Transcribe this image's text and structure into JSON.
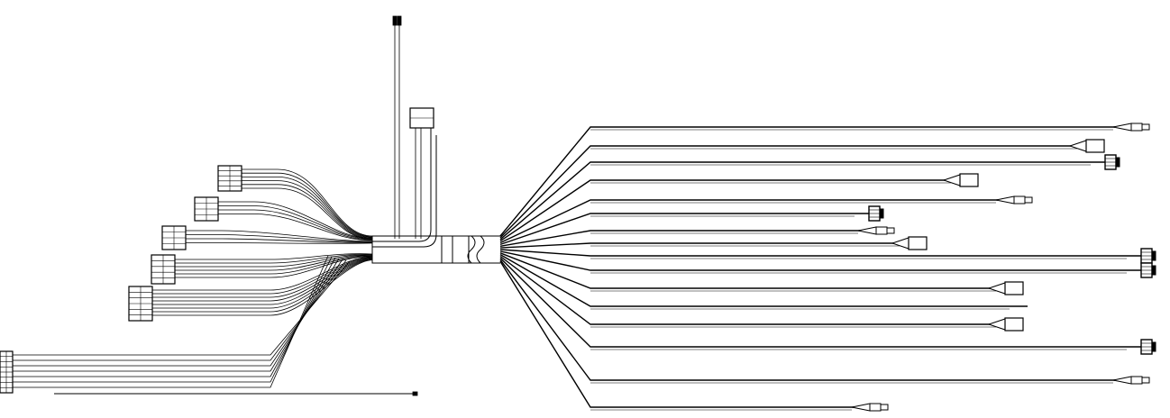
{
  "diagram": {
    "type": "wiring-harness",
    "labels": [],
    "colors": {
      "background": "#ffffff",
      "line": "#000000"
    }
  },
  "left_connectors": [
    {
      "name": "connector-left-1"
    },
    {
      "name": "connector-left-2"
    },
    {
      "name": "connector-left-3"
    },
    {
      "name": "connector-left-4"
    },
    {
      "name": "connector-left-5"
    },
    {
      "name": "connector-left-6"
    }
  ],
  "top_branch": {
    "pigtail_ends": 2,
    "connector": "connector-top"
  },
  "right_branches": [
    {
      "connector": "plug"
    },
    {
      "connector": "box"
    },
    {
      "connector": "multi"
    },
    {
      "connector": "box"
    },
    {
      "connector": "plug"
    },
    {
      "connector": "multi"
    },
    {
      "connector": "plug"
    },
    {
      "connector": "box"
    },
    {
      "connector": "multi"
    },
    {
      "connector": "multi"
    },
    {
      "connector": "box"
    },
    {
      "connector": "none"
    },
    {
      "connector": "box"
    },
    {
      "connector": "multi"
    },
    {
      "connector": "plug"
    },
    {
      "connector": "plug"
    }
  ]
}
